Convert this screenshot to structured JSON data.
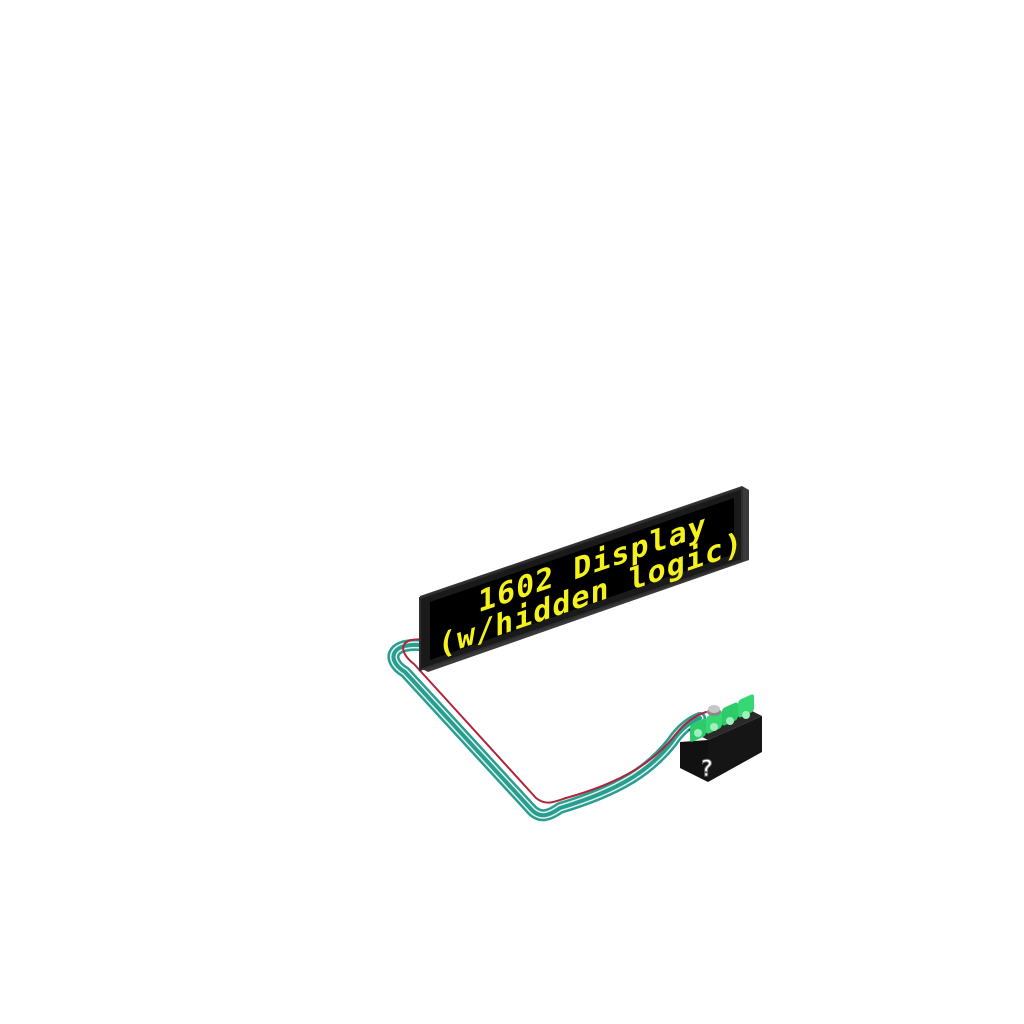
{
  "scene": {
    "background_color": "#ffffff"
  },
  "lcd_display": {
    "line1": "1602 Display",
    "line2": "(w/hidden logic)",
    "text_color": "#f4f21a",
    "bezel_color": "#1a1a1a",
    "screen_color": "#000000"
  },
  "logic_block": {
    "label_glyph": "?",
    "body_color": "#151515",
    "port_color": "#2ecb6a",
    "port_count": 4
  },
  "cable": {
    "ribbon_color": "#2a9d8f",
    "wire_color": "#b0243a",
    "stripe_color": "#dff3ef"
  },
  "icons": [
    "lcd-display-icon",
    "logic-block-icon",
    "push-button-icon",
    "question-mark-icon"
  ]
}
